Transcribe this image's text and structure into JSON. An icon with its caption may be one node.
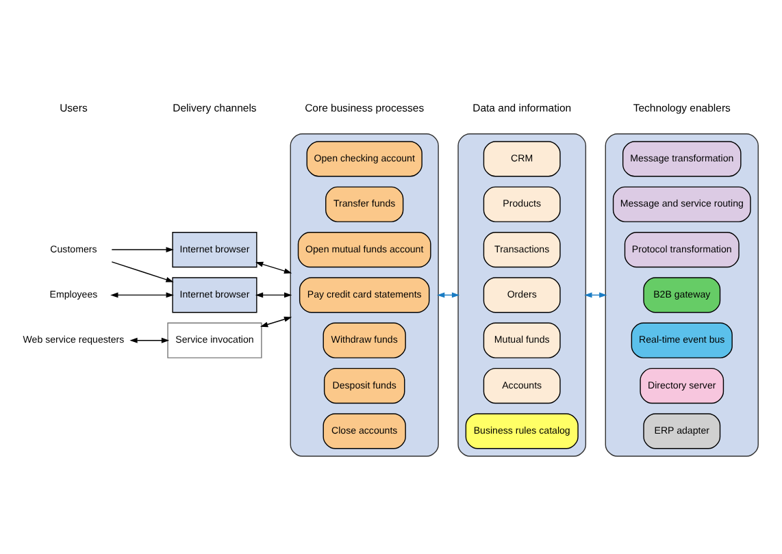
{
  "diagram": {
    "nodes": [
      {
        "text": [
          "Customers"
        ]
      },
      {
        "text": [
          "Internet browser"
        ]
      },
      {
        "text": [
          "Employees"
        ]
      },
      {
        "text": [
          "Internet browser"
        ]
      },
      {
        "text": [
          "Web service requesters"
        ]
      },
      {
        "text": [
          "Service invocation"
        ]
      },
      {
        "text": [],
        "shape": "box"
      },
      {
        "text": [
          "Open checking account"
        ],
        "in": 6
      },
      {
        "text": [
          "Transfer funds"
        ],
        "in": 6
      },
      {
        "text": [
          "Open mutual funds account"
        ],
        "in": 6
      },
      {
        "text": [
          "Pay credit card statements"
        ],
        "in": 6
      },
      {
        "text": [
          "Withdraw funds"
        ],
        "in": 6
      },
      {
        "text": [
          "Desposit funds"
        ],
        "in": 6
      },
      {
        "text": [
          "Close accounts"
        ],
        "in": 6
      },
      {
        "text": [],
        "shape": "box"
      },
      {
        "text": [
          "CRM"
        ],
        "in": 14
      },
      {
        "text": [
          "Products"
        ],
        "in": 14
      },
      {
        "text": [
          "Transactions"
        ],
        "in": 14
      },
      {
        "text": [
          "Orders"
        ],
        "in": 14
      },
      {
        "text": [
          "Mutual funds"
        ],
        "in": 14
      },
      {
        "text": [
          "Accounts"
        ],
        "in": 14
      },
      {
        "text": [
          "Business rules catalog"
        ],
        "in": 14
      },
      {
        "text": [],
        "shape": "box"
      },
      {
        "text": [
          "Message transformation"
        ],
        "in": 22
      },
      {
        "text": [
          "Message and service routing"
        ],
        "in": 22
      },
      {
        "text": [
          "Protocol transformation"
        ],
        "in": 22
      },
      {
        "text": [
          "B2B gateway"
        ],
        "in": 22
      },
      {
        "text": [
          "Real-time event bus"
        ],
        "in": 22
      },
      {
        "text": [
          "Directory server"
        ],
        "in": 22
      },
      {
        "text": [
          "ERP adapter"
        ],
        "in": 22
      }
    ],
    "edges": [
      {
        "from": 0,
        "to": 1,
        "arrow": "to"
      },
      {
        "from": 0,
        "to": 3,
        "arrow": "to"
      },
      {
        "from": 2,
        "to": 3,
        "arrow": "both"
      },
      {
        "from": 4,
        "to": 5,
        "arrow": "both"
      },
      {
        "from": 1,
        "to": 6,
        "arrow": "both"
      },
      {
        "from": 3,
        "to": 6,
        "arrow": "both"
      },
      {
        "from": 5,
        "to": 6,
        "arrow": "both"
      },
      {
        "from": 6,
        "to": 14,
        "arrow": "both",
        "color": "#1a7cc4"
      },
      {
        "from": 14,
        "to": 22,
        "arrow": "both",
        "color": "#1a7cc4"
      }
    ],
    "labels": [
      "Users",
      "Delivery channels",
      "Core business processes",
      "Data and information",
      "Technology enablers"
    ]
  }
}
